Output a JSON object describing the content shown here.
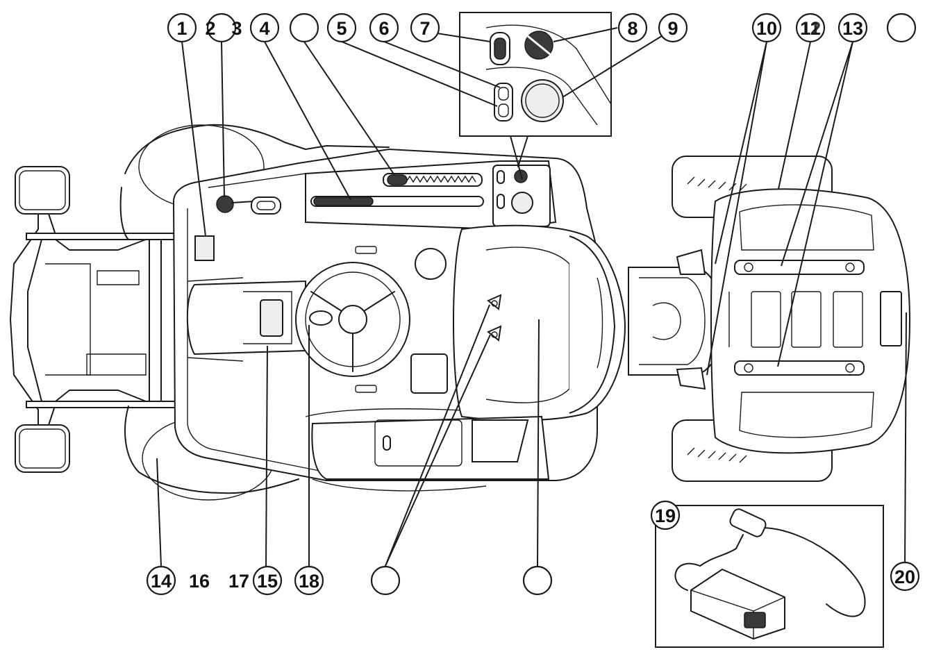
{
  "callouts": [
    {
      "id": "c1",
      "label": "1"
    },
    {
      "id": "c2",
      "label": "2"
    },
    {
      "id": "c4",
      "label": "4"
    },
    {
      "id": "c-blank-a",
      "label": ""
    },
    {
      "id": "c5",
      "label": "5"
    },
    {
      "id": "c6",
      "label": "6"
    },
    {
      "id": "c7",
      "label": "7"
    },
    {
      "id": "c8",
      "label": "8"
    },
    {
      "id": "c9",
      "label": "9"
    },
    {
      "id": "c10",
      "label": "10"
    },
    {
      "id": "c11",
      "label": "11"
    },
    {
      "id": "c13",
      "label": "13"
    },
    {
      "id": "c-blank-b",
      "label": ""
    },
    {
      "id": "c14",
      "label": "14"
    },
    {
      "id": "c15",
      "label": "15"
    },
    {
      "id": "c18",
      "label": "18"
    },
    {
      "id": "c-blank-c",
      "label": ""
    },
    {
      "id": "c-blank-d",
      "label": ""
    },
    {
      "id": "c19",
      "label": "19"
    },
    {
      "id": "c20",
      "label": "20"
    }
  ],
  "loose_labels": {
    "n3": "3",
    "n12": "12",
    "n16": "16",
    "n17": "17"
  }
}
